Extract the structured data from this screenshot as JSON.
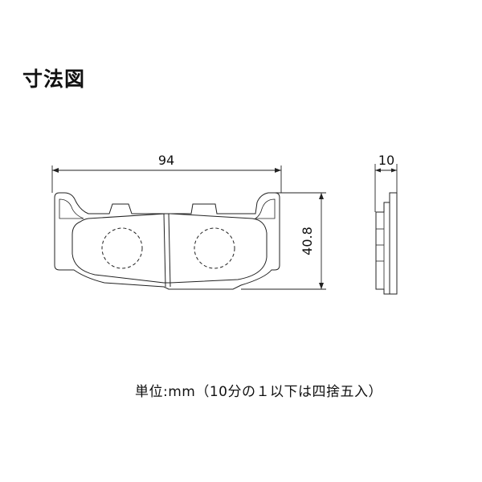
{
  "header": {
    "title": "寸法図"
  },
  "dimensions": {
    "width": "94",
    "height": "40.8",
    "thickness": "10"
  },
  "footer": {
    "unit_note": "単位:mm（10分の１以下は四捨五入）"
  },
  "colors": {
    "line": "#222222",
    "background": "#ffffff"
  }
}
